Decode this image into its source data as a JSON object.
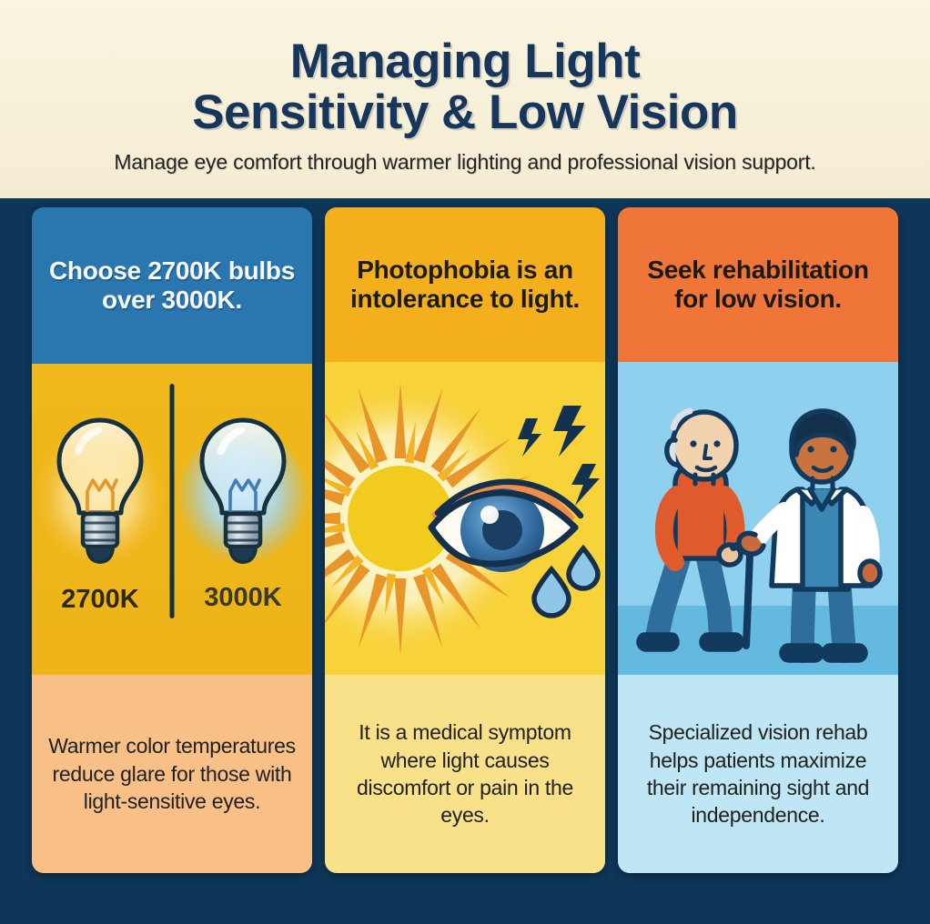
{
  "header": {
    "title": "Managing Light Sensitivity & Low Vision",
    "title_line_1": "Managing Light",
    "title_line_2": "Sensitivity & Low Vision",
    "subtitle": "Manage eye comfort through warmer lighting and professional vision support."
  },
  "theme": {
    "page_background": "#0e3658",
    "header_band_background": "#f7f0d8",
    "title_color": "#16365c",
    "subtitle_color": "#242424"
  },
  "cards": [
    {
      "id": "bulbs",
      "headline": "Choose 2700K bulbs over 3000K.",
      "caption": "Warmer color temperatures reduce glare for those with light-sensitive eyes.",
      "header_background": "#2a77b0",
      "header_text_color": "#f4f8fb",
      "illustration_background": "#f0b81b",
      "caption_background": "#f8c087",
      "illustration": "two-light-bulbs-comparison",
      "labels": {
        "warm_bulb": "2700K",
        "cool_bulb": "3000K"
      }
    },
    {
      "id": "photophobia",
      "headline": "Photophobia is an intolerance to light.",
      "caption": "It is a medical symptom where light causes discomfort or pain in the eyes.",
      "header_background": "#f4b01c",
      "header_text_color": "#1d1c18",
      "illustration_background": "#f7d239",
      "caption_background": "#f8e189",
      "illustration": "sun-glare-painful-eye-with-tears",
      "labels": {}
    },
    {
      "id": "rehab",
      "headline": "Seek rehabilitation for low vision.",
      "caption": "Specialized vision rehab helps patients maximize their remaining sight and independence.",
      "header_background": "#ef7638",
      "header_text_color": "#1b1a17",
      "illustration_background": "#8fd0ef",
      "caption_background": "#bfe6f5",
      "illustration": "elderly-patient-with-cane-and-doctor",
      "labels": {}
    }
  ]
}
